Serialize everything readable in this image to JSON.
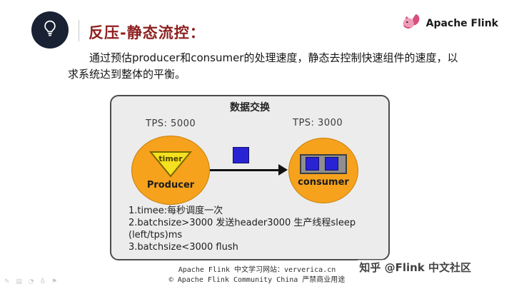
{
  "slide": {
    "title": "反压-静态流控：",
    "body": "通过预估producer和consumer的处理速度，静态去控制快速组件的速度，以求系统达到整体的平衡。",
    "brand": "Apache Flink"
  },
  "diagram": {
    "title": "数据交换",
    "producer": {
      "tps": "TPS: 5000",
      "timer": "timer",
      "label": "Producer"
    },
    "consumer": {
      "tps": "TPS: 3000",
      "label": "consumer"
    },
    "notes": [
      "1.timee:每秒调度一次",
      "2.batchsize>3000 发送header3000 生产线程sleep (left/tps)ms",
      "3.batchsize<3000 flush"
    ]
  },
  "footer": {
    "line1": "Apache Flink 中文学习网站：ververica.cn",
    "line2": "© Apache Flink Community China  严禁商业用途",
    "watermark": "知乎 @Flink 中文社区",
    "corner_icons": "✎ ▤ ◔ ♁ ⚑"
  },
  "colors": {
    "title_red": "#8e1f1f",
    "circle_orange": "#f6a21d",
    "timer_yellow": "#f5e11f",
    "packet_blue": "#2a23d6",
    "badge_navy": "#182233",
    "diagram_bg": "#ececec"
  }
}
